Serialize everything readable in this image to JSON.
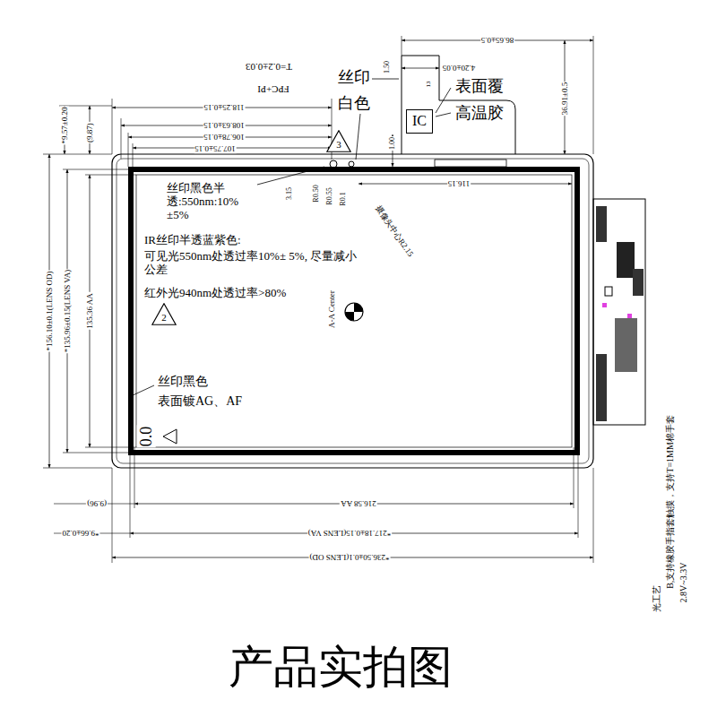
{
  "diagram": {
    "caption": "产品实拍图",
    "nodes": [
      {
        "text": [
          "IC"
        ]
      },
      {
        "text": [
          "3"
        ]
      },
      {
        "text": [
          "2"
        ]
      }
    ],
    "labels": [
      "86.65±0.5",
      "4.20±0.05",
      "1.50",
      "13",
      "T=0.2±0.03",
      "FPC+PI",
      "丝印",
      "白色",
      "表面覆",
      "高温胶",
      "118.25±0.15",
      "108.63±0.15",
      "106.78±0.15",
      "107.75±0.15",
      "*9.57±0.20",
      "(9.87)",
      "1.00",
      "36.91±0.5",
      "116.15",
      "3.15",
      "R0.50",
      "R0.55",
      "R0.1",
      "摄像头中心R2.15",
      "丝印黑色半透:550nm:10%±5%",
      "IR丝印半透蓝紫色:",
      "可见光550nm处透过率10%± 5%, 尽量减小公差",
      "红外光940nm处透过率>80%",
      "A-A Center",
      "*156.10±0.1(LENS OD)",
      "*135.96±0.15(LENS VA)",
      "135.36 AA",
      "丝印黑色",
      "表面镀AG、AF",
      "0.0",
      "(9.96)",
      "216.58 AA",
      "*9.66±0.20",
      "*217.18±0.15(LENS VA)",
      "*236.50±0.1(LENS OD)",
      "光工艺",
      "B,支持橡胶手指套触摸，支持T=1MM棉手套",
      "2.8V~3.3V"
    ]
  }
}
